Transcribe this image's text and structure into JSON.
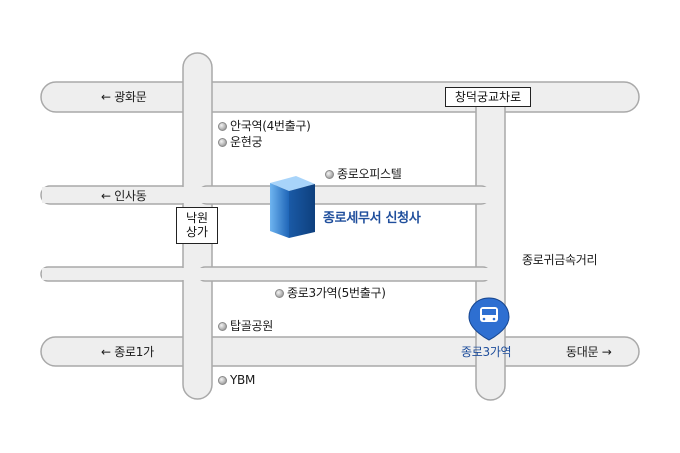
{
  "colors": {
    "road_fill": "#eeeeee",
    "road_edge": "#a9a9a9",
    "building": "#2e7fd3",
    "label_blue": "#1f4e9c",
    "bus_icon": "#2e6fd1"
  },
  "labels": {
    "gwanghwamun": "← 광화문",
    "changdeokgung_intersection": "창덕궁교차로",
    "anguk_station": "안국역(4번출구)",
    "unhyeongung": "운현궁",
    "jongno_office": "종로오피스텔",
    "insadong": "← 인사동",
    "nagwon_line1": "낙원",
    "nagwon_line2": "상가",
    "tax_office": "종로세무서 신청사",
    "gwigeumsok_street": "종로귀금속거리",
    "jongno3ga_exit5": "종로3가역(5번출구)",
    "tapgol_park": "탑골공원",
    "jongno1ga": "← 종로1가",
    "jongno3ga_station": "종로3가역",
    "dongdaemun": "동대문 →",
    "ybm": "YBM"
  },
  "icons": {
    "poi_marker": "gray-dot-icon",
    "bus_stop": "bus-icon",
    "destination": "building-icon"
  }
}
